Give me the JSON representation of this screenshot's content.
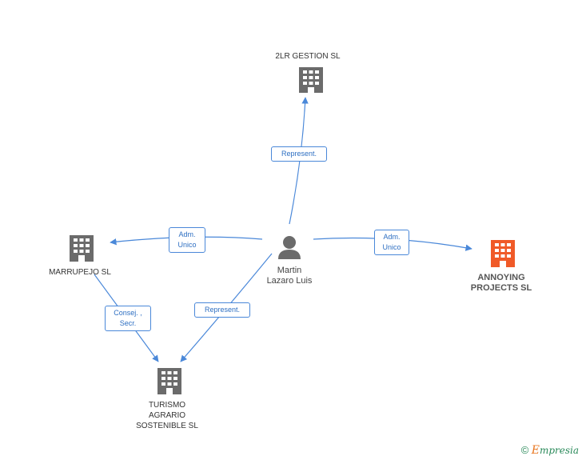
{
  "nodes": {
    "gestion": {
      "name": "2LR GESTION SL",
      "icon": "building-icon",
      "color": "#6b6b6b"
    },
    "marrupejo": {
      "name": "MARRUPEJO SL",
      "icon": "building-icon",
      "color": "#6b6b6b"
    },
    "person": {
      "name_line1": "Martin",
      "name_line2": "Lazaro Luis",
      "icon": "person-icon",
      "color": "#6b6b6b"
    },
    "annoying": {
      "name_line1": "ANNOYING",
      "name_line2": "PROJECTS SL",
      "icon": "building-icon",
      "color": "#f05a28"
    },
    "turismo": {
      "name_line1": "TURISMO",
      "name_line2": "AGRARIO",
      "name_line3": "SOSTENIBLE  SL",
      "icon": "building-icon",
      "color": "#6b6b6b"
    }
  },
  "edges": {
    "person_gestion": {
      "line1": "Represent.",
      "line2": ""
    },
    "person_marrupejo": {
      "line1": "Adm.",
      "line2": "Unico"
    },
    "person_annoying": {
      "line1": "Adm.",
      "line2": "Unico"
    },
    "person_turismo": {
      "line1": "Represent.",
      "line2": ""
    },
    "marrupejo_turismo": {
      "line1": "Consej. ,",
      "line2": "Secr."
    }
  },
  "edge_color": "#4a88d9",
  "footer": {
    "copyright": "©",
    "brand_first": "E",
    "brand_rest": "mpresia"
  }
}
